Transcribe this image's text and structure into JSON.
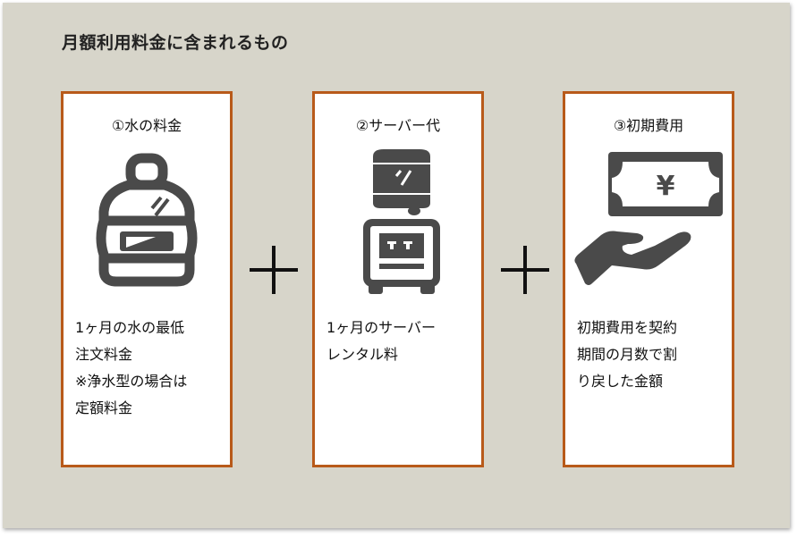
{
  "title": "月額利用料金に含まれるもの",
  "cards": [
    {
      "title": "①水の料金",
      "icon": "water-bottle-icon",
      "desc": "1ヶ月の水の最低\n注文料金\n※浄水型の場合は\n定額料金"
    },
    {
      "title": "②サーバー代",
      "icon": "water-server-icon",
      "desc": "1ヶ月のサーバー\nレンタル料"
    },
    {
      "title": "③初期費用",
      "icon": "yen-bill-hand-icon",
      "desc": "初期費用を契約\n期間の月数で割\nり戻した金額"
    }
  ],
  "colors": {
    "border": "#b85a1a",
    "background": "#d7d5ca",
    "icon": "#4a4a4a"
  }
}
